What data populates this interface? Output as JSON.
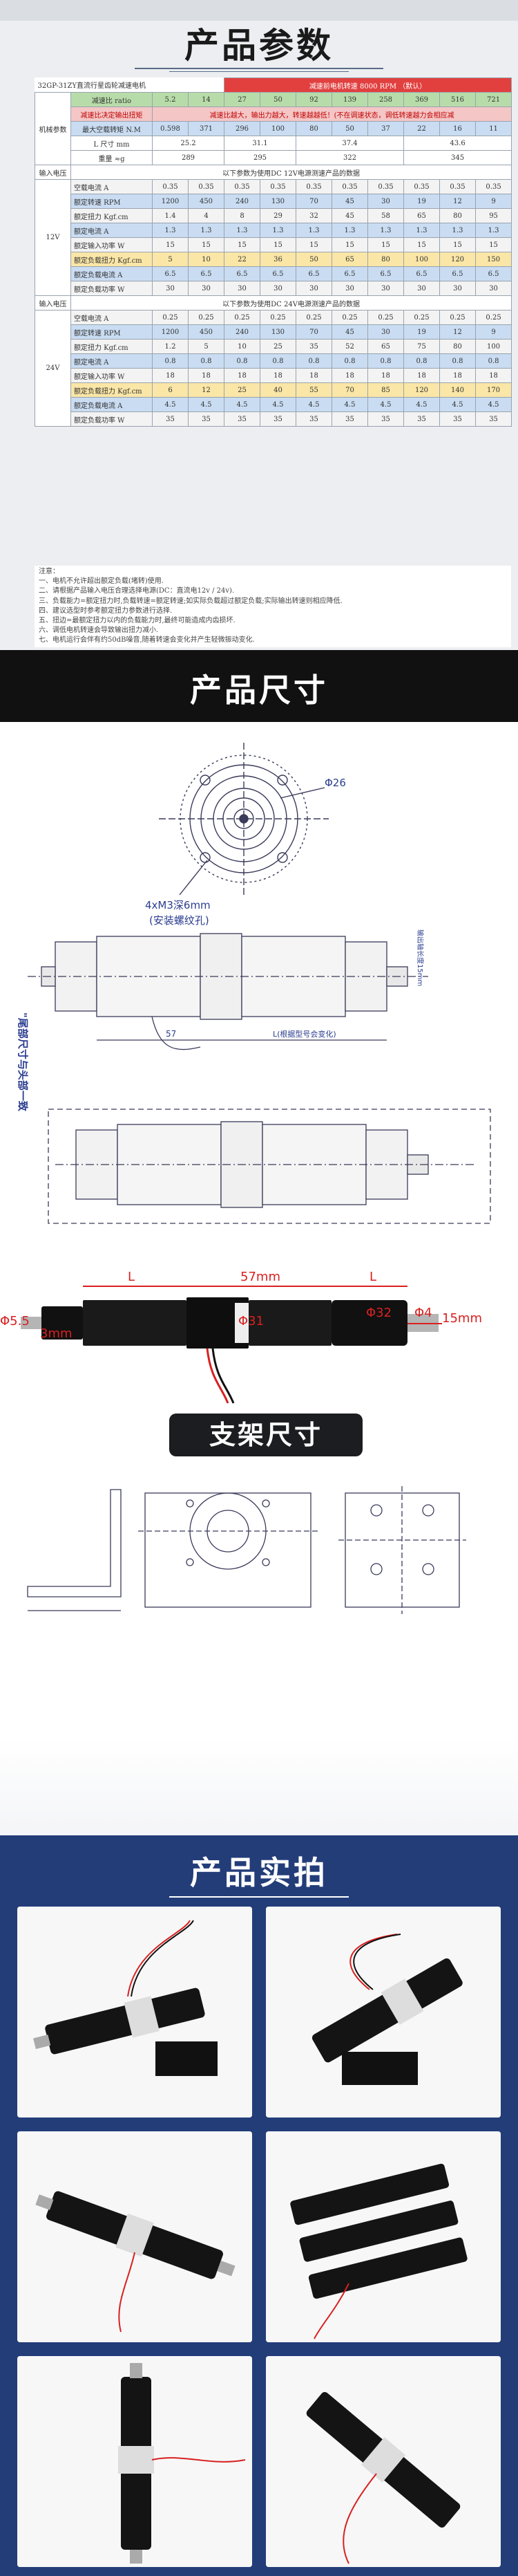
{
  "params": {
    "title": "产品参数",
    "model_line": "32GP-31ZY直流行星齿轮减速电机",
    "rpm_header": "减速前电机转速 8000 RPM （默认）",
    "group_label": "机械参数",
    "ratio_label": "减速比 ratio",
    "ratios": [
      "5.2",
      "14",
      "27",
      "50",
      "92",
      "139",
      "258",
      "369",
      "516",
      "721"
    ],
    "note_left": "减速比决定输出扭矩",
    "note_right": "减速比越大，输出力越大，转速越越低！(不在调速状态，调低转速越力会相应减",
    "max_torque_label": "最大空载转矩 N.M",
    "max_torque": [
      "0.598",
      "371",
      "296",
      "100",
      "80",
      "50",
      "37",
      "22",
      "16",
      "11"
    ],
    "l_size_label": "L 尺寸 mm",
    "l_sizes": [
      "25.2",
      "31.1",
      "37.4",
      "43.6"
    ],
    "weight_label": "重量 ≈g",
    "weights": [
      "289",
      "295",
      "322",
      "345"
    ],
    "input_voltage_label": "输入电压",
    "v12": "12V",
    "v24": "24V",
    "section12_note": "以下参数为使用DC 12V电源测速产品的数据",
    "section24_note": "以下参数为使用DC 24V电源测速产品的数据",
    "rows12": [
      {
        "label": "空载电流 A",
        "cls": "c-gray",
        "vals": [
          "0.35",
          "0.35",
          "0.35",
          "0.35",
          "0.35",
          "0.35",
          "0.35",
          "0.35",
          "0.35",
          "0.35"
        ]
      },
      {
        "label": "额定转速 RPM",
        "cls": "c-blue",
        "vals": [
          "1200",
          "450",
          "240",
          "130",
          "70",
          "45",
          "30",
          "19",
          "12",
          "9"
        ]
      },
      {
        "label": "额定扭力 Kgf.cm",
        "cls": "c-gray",
        "vals": [
          "1.4",
          "4",
          "8",
          "29",
          "32",
          "45",
          "58",
          "65",
          "80",
          "95"
        ]
      },
      {
        "label": "额定电流 A",
        "cls": "c-blue",
        "vals": [
          "1.3",
          "1.3",
          "1.3",
          "1.3",
          "1.3",
          "1.3",
          "1.3",
          "1.3",
          "1.3",
          "1.3"
        ]
      },
      {
        "label": "额定输入功率 W",
        "cls": "c-gray",
        "vals": [
          "15",
          "15",
          "15",
          "15",
          "15",
          "15",
          "15",
          "15",
          "15",
          "15"
        ]
      },
      {
        "label": "额定负载扭力 Kgf.cm",
        "cls": "c-yellow",
        "vals": [
          "5",
          "10",
          "22",
          "36",
          "50",
          "65",
          "80",
          "100",
          "120",
          "150"
        ]
      },
      {
        "label": "额定负载电流 A",
        "cls": "c-blue",
        "vals": [
          "6.5",
          "6.5",
          "6.5",
          "6.5",
          "6.5",
          "6.5",
          "6.5",
          "6.5",
          "6.5",
          "6.5"
        ]
      },
      {
        "label": "额定负载功率 W",
        "cls": "c-gray",
        "vals": [
          "30",
          "30",
          "30",
          "30",
          "30",
          "30",
          "30",
          "30",
          "30",
          "30"
        ]
      }
    ],
    "rows24": [
      {
        "label": "空载电流 A",
        "cls": "c-gray",
        "vals": [
          "0.25",
          "0.25",
          "0.25",
          "0.25",
          "0.25",
          "0.25",
          "0.25",
          "0.25",
          "0.25",
          "0.25"
        ]
      },
      {
        "label": "额定转速 RPM",
        "cls": "c-blue",
        "vals": [
          "1200",
          "450",
          "240",
          "130",
          "70",
          "45",
          "30",
          "19",
          "12",
          "9"
        ]
      },
      {
        "label": "额定扭力 Kgf.cm",
        "cls": "c-gray",
        "vals": [
          "1.2",
          "5",
          "10",
          "25",
          "35",
          "52",
          "65",
          "75",
          "80",
          "100"
        ]
      },
      {
        "label": "额定电流 A",
        "cls": "c-blue",
        "vals": [
          "0.8",
          "0.8",
          "0.8",
          "0.8",
          "0.8",
          "0.8",
          "0.8",
          "0.8",
          "0.8",
          "0.8"
        ]
      },
      {
        "label": "额定输入功率 W",
        "cls": "c-gray",
        "vals": [
          "18",
          "18",
          "18",
          "18",
          "18",
          "18",
          "18",
          "18",
          "18",
          "18"
        ]
      },
      {
        "label": "额定负载扭力 Kgf.cm",
        "cls": "c-yellow",
        "vals": [
          "6",
          "12",
          "25",
          "40",
          "55",
          "70",
          "85",
          "120",
          "140",
          "170"
        ]
      },
      {
        "label": "额定负载电流 A",
        "cls": "c-blue",
        "vals": [
          "4.5",
          "4.5",
          "4.5",
          "4.5",
          "4.5",
          "4.5",
          "4.5",
          "4.5",
          "4.5",
          "4.5"
        ]
      },
      {
        "label": "额定负载功率 W",
        "cls": "c-gray",
        "vals": [
          "35",
          "35",
          "35",
          "35",
          "35",
          "35",
          "35",
          "35",
          "35",
          "35"
        ]
      }
    ],
    "notes": [
      "注意：",
      "一、电机不允许超出额定负载(堵转)使用.",
      "二、请根据产品输入电压合理选择电源(DC：直流电12v / 24v).",
      "三、负载能力=额定扭力时,负载转速=额定转速;如实际负载超过额定负载;实际输出转速则相应降低.",
      "四、建议选型时参考额定扭力参数进行选择.",
      "五、扭边=最额定扭力以内的负载能力时,最终可能造成内齿损坏.",
      "六、调低电机转速会导致输出扭力减小.",
      "七、电机运行会伴有约50dB噪音,随着转速会变化并产生轻微振动变化."
    ]
  },
  "dims": {
    "banner": "产品尺寸",
    "front_label_1": "4xM3深6mm",
    "front_label_2": "(安装螺纹孔)",
    "dia_label": "Φ26",
    "side_note": "\"尾部尺寸与头部一致",
    "len_57": "57",
    "len_L": "L(根据型号会变化)",
    "side_dims": "输出轴长度15mm",
    "photo_L": "L",
    "photo_57": "57mm",
    "photo_L2": "L",
    "photo_15": "15mm",
    "photo_d55": "Φ5.5",
    "photo_d31": "Φ31",
    "photo_d32": "Φ32",
    "photo_d4": "Φ4",
    "photo_3mm": "3mm",
    "bracket_title": "支架尺寸"
  },
  "photos": {
    "title": "产品实拍"
  }
}
